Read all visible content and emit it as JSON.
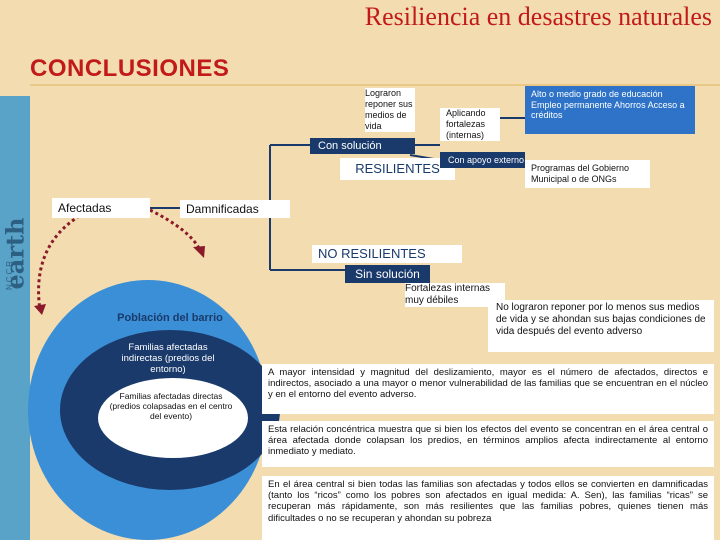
{
  "title": "Resiliencia  en desastres naturales",
  "section_heading": "CONCLUSIONES",
  "sidebar": {
    "brand": "earth",
    "small": "NCCR"
  },
  "nodes": {
    "afectados": "Afectadas",
    "damnificadas": "Damnificadas",
    "lograron": "Lograron reponer sus medios de vida",
    "con_solucion": "Con solución",
    "resilientes": "RESILIENTES",
    "aplicando": "Aplicando fortalezas (internas)",
    "alto_grado": "Alto o medio grado de educación Empleo permanente Ahorros Acceso a créditos",
    "con_apoyo": "Con apoyo externo",
    "programas": "Programas del Gobierno Municipal o de ONGs",
    "no_resilientes": "NO RESILIENTES",
    "sin_solucion": "Sin solución",
    "fortalezas_debiles": "Fortalezas internas muy débiles",
    "no_lograron": "No lograron reponer por lo menos sus medios de vida y se ahondan sus bajas condiciones de vida después del evento adverso"
  },
  "circles": {
    "poblacion": "Población del barrio",
    "indirectas": "Familias afectadas indirectas (predios del entorno)",
    "directas": "Familias afectadas directas (predios colapsadas en el centro del evento)"
  },
  "paragraphs": [
    "A mayor intensidad y magnitud del deslizamiento, mayor es el número de afectados, directos e indirectos, asociado a una mayor o menor vulnerabilidad de las familias que se encuentran en el núcleo y en el entorno del evento adverso.",
    "Esta relación concéntrica muestra que si bien los efectos del evento se concentran en el área central o área afectada donde colapsan los predios, en términos amplios afecta indirectamente al entorno inmediato y mediato.",
    "En el área central si bien todas las familias son afectadas y todos ellos se convierten en damnificadas (tanto los “ricos” como los pobres son afectados en igual medida: A. Sen), las familias “ricas” se recuperan más rápidamente, son más resilientes que las familias pobres, quienes tienen más dificultades o no se recuperan y ahondan su pobreza"
  ],
  "colors": {
    "accent": "#c21a1a",
    "navy": "#1a3a6b",
    "blue": "#2e73c7",
    "background": "#f3ddb0",
    "circle": "#3b8fd6"
  }
}
